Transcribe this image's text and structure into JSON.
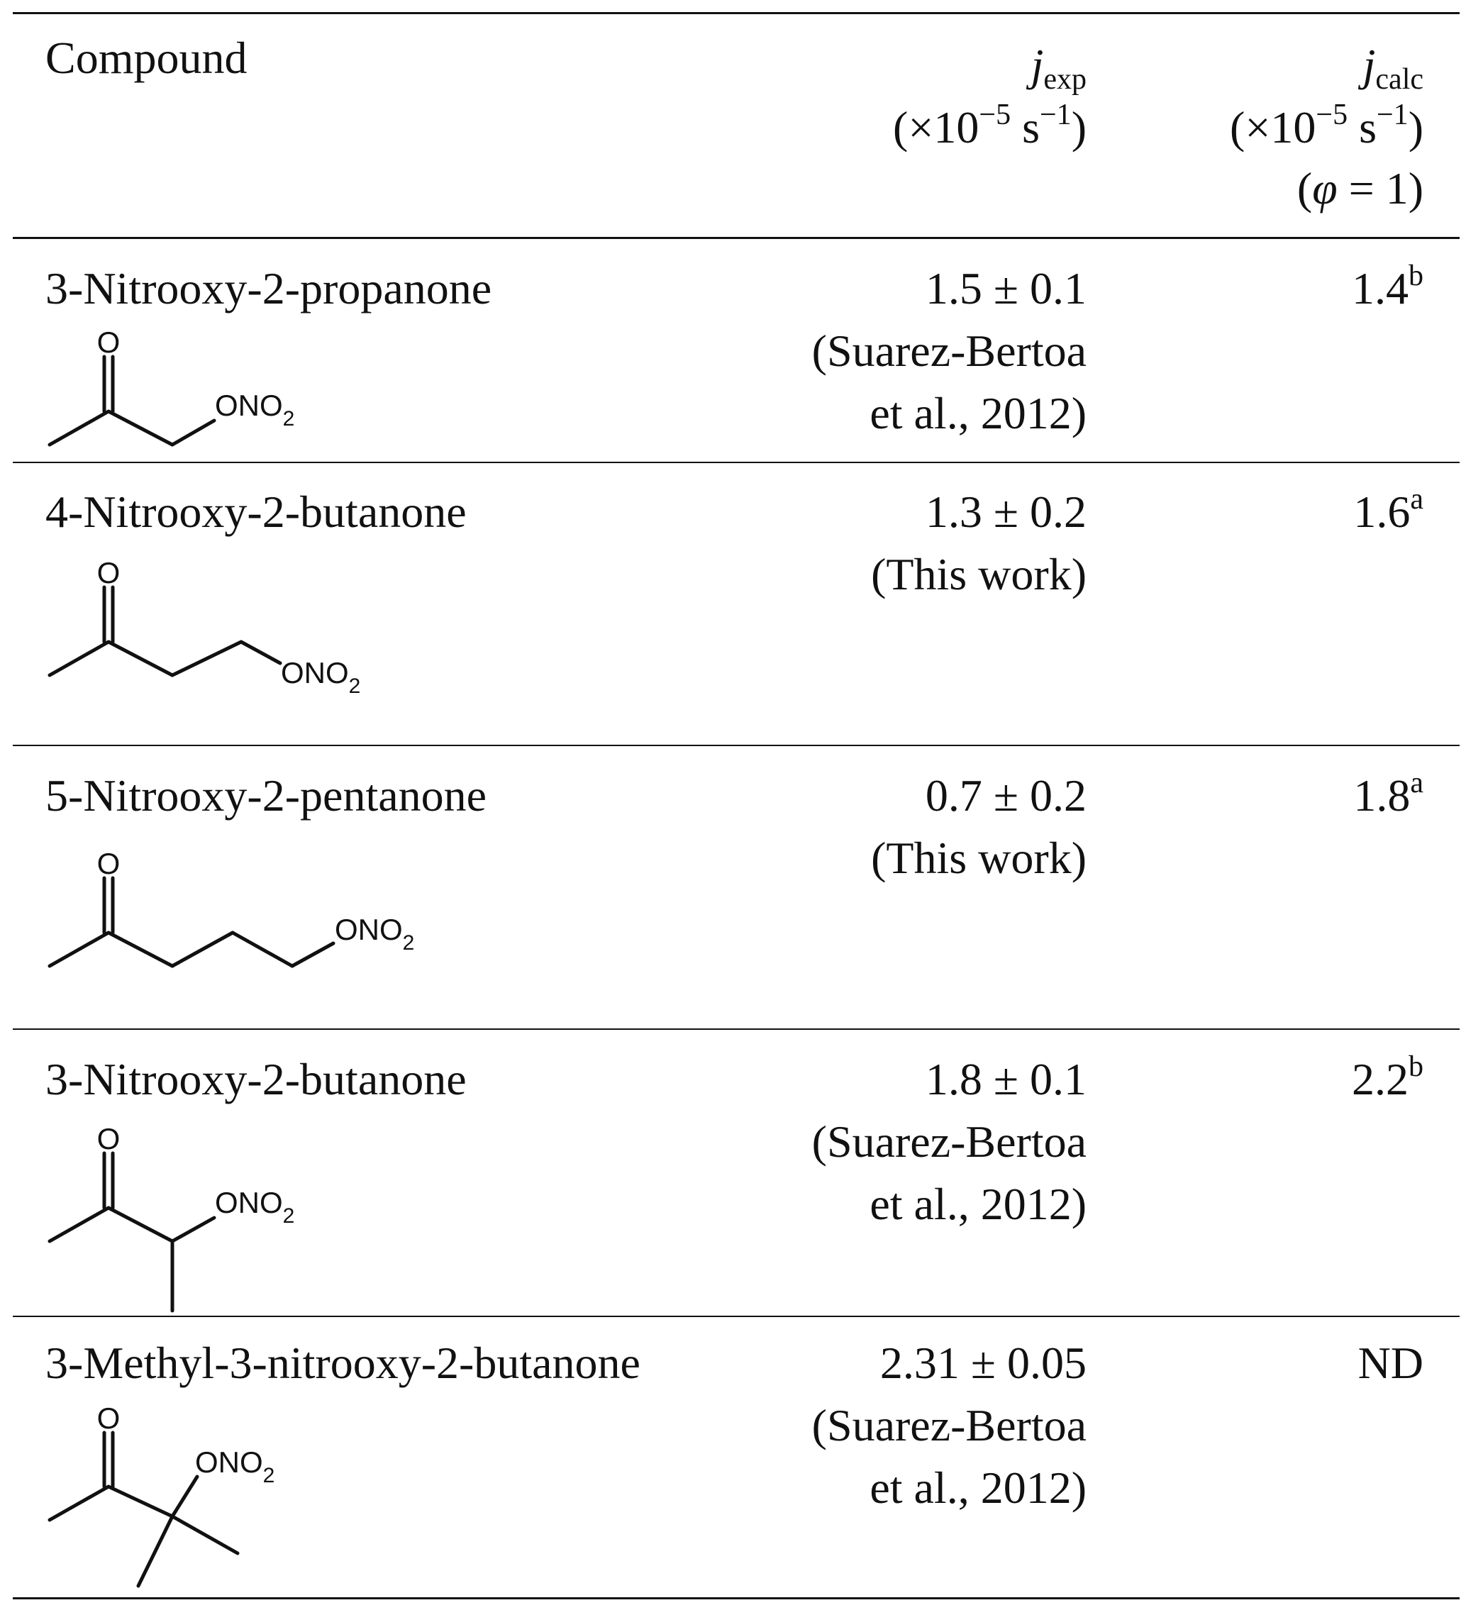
{
  "header": {
    "compound": "Compound",
    "jexp_symbol": "j",
    "jexp_sub": "exp",
    "jexp_unit_pre": "(×10",
    "jexp_unit_exp1": "−5",
    "jexp_unit_mid": " s",
    "jexp_unit_exp2": "−1",
    "jexp_unit_post": ")",
    "jcalc_symbol": "j",
    "jcalc_sub": "calc",
    "jcalc_unit_pre": "(×10",
    "jcalc_unit_exp1": "−5",
    "jcalc_unit_mid": " s",
    "jcalc_unit_exp2": "−1",
    "jcalc_unit_post": ")",
    "jcalc_cond_pre": "(",
    "jcalc_cond_phi": "φ",
    "jcalc_cond_post": " = 1)"
  },
  "rows": [
    {
      "name": "3-Nitrooxy-2-propanone",
      "jexp": "1.5 ± 0.1",
      "ref1": "(Suarez-Bertoa",
      "ref2": "et al., 2012)",
      "jcalc": "1.4",
      "note": "b",
      "formula_main": "ONO",
      "formula_sub": "2",
      "carbonyl": "O"
    },
    {
      "name": "4-Nitrooxy-2-butanone",
      "jexp": "1.3 ± 0.2",
      "ref1": "(This work)",
      "ref2": "",
      "jcalc": "1.6",
      "note": "a",
      "formula_main": "ONO",
      "formula_sub": "2",
      "carbonyl": "O"
    },
    {
      "name": "5-Nitrooxy-2-pentanone",
      "jexp": "0.7 ± 0.2",
      "ref1": "(This work)",
      "ref2": "",
      "jcalc": "1.8",
      "note": "a",
      "formula_main": "ONO",
      "formula_sub": "2",
      "carbonyl": "O"
    },
    {
      "name": "3-Nitrooxy-2-butanone",
      "jexp": "1.8 ± 0.1",
      "ref1": "(Suarez-Bertoa",
      "ref2": "et al., 2012)",
      "jcalc": "2.2",
      "note": "b",
      "formula_main": "ONO",
      "formula_sub": "2",
      "carbonyl": "O"
    },
    {
      "name": "3-Methyl-3-nitrooxy-2-butanone",
      "jexp": "2.31 ± 0.05",
      "ref1": "(Suarez-Bertoa",
      "ref2": "et al., 2012)",
      "jcalc": "ND",
      "note": "",
      "formula_main": "ONO",
      "formula_sub": "2",
      "carbonyl": "O"
    }
  ]
}
